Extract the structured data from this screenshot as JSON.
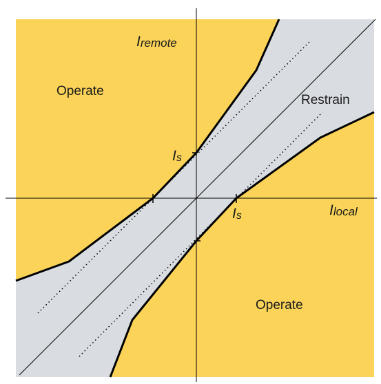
{
  "labels": {
    "operate_upper": "Operate",
    "operate_lower": "Operate",
    "restrain": "Restrain",
    "axis_y_main": "I",
    "axis_y_sub": "remote",
    "axis_x_main": "I",
    "axis_x_sub": "local",
    "is_y_main": "I",
    "is_y_sub": "s",
    "is_x_main": "I",
    "is_x_sub": "s"
  },
  "colors": {
    "operate_region": "#fad358",
    "restrain_region": "#d9dde2",
    "characteristic_line": "#000000",
    "axes": "#000000",
    "background": "#ffffff"
  }
}
